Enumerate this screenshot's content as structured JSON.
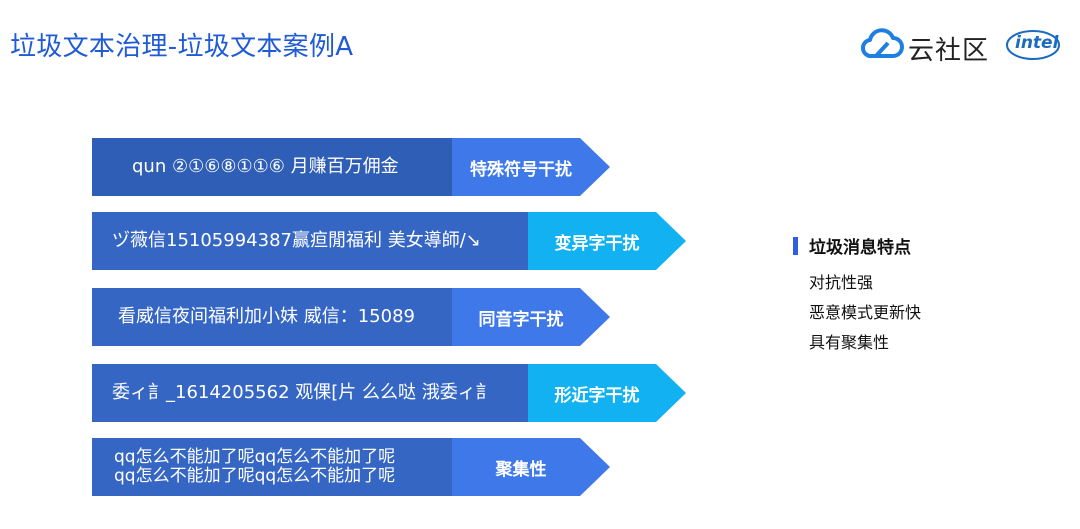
{
  "header": {
    "title": "垃圾文本治理-垃圾文本案例A",
    "logo_text": "云社区",
    "partner_logo": "intel"
  },
  "rows": [
    {
      "text": "qun ②①⑥⑧①①⑥ 月赚百万佣金",
      "tag": "特殊符号干扰"
    },
    {
      "text": "ヅ薇信15105994387赢疸閒福利 美女導師/↘",
      "tag": "变异字干扰"
    },
    {
      "text": "看威信夜间福利加小妹 威信：15089",
      "tag": "同音字干扰"
    },
    {
      "text": "委ィ訁_1614205562 观倮[片 么么哒 涐委ィ訁",
      "tag": "形近字干扰"
    },
    {
      "text": "qq怎么不能加了呢qq怎么不能加了呢",
      "text2": "qq怎么不能加了呢qq怎么不能加了呢",
      "tag": "聚集性"
    }
  ],
  "panel": {
    "heading": "垃圾消息特点",
    "items": [
      "对抗性强",
      "恶意模式更新快",
      "具有聚集性"
    ]
  },
  "colors": {
    "title": "#1f5bd6",
    "row_dark": "#3566c4",
    "row_text_bg": "#2f5eb6",
    "tag_blue": "#3f78e8",
    "tag_cyan": "#11b1f2",
    "accent": "#2f5fe0"
  }
}
